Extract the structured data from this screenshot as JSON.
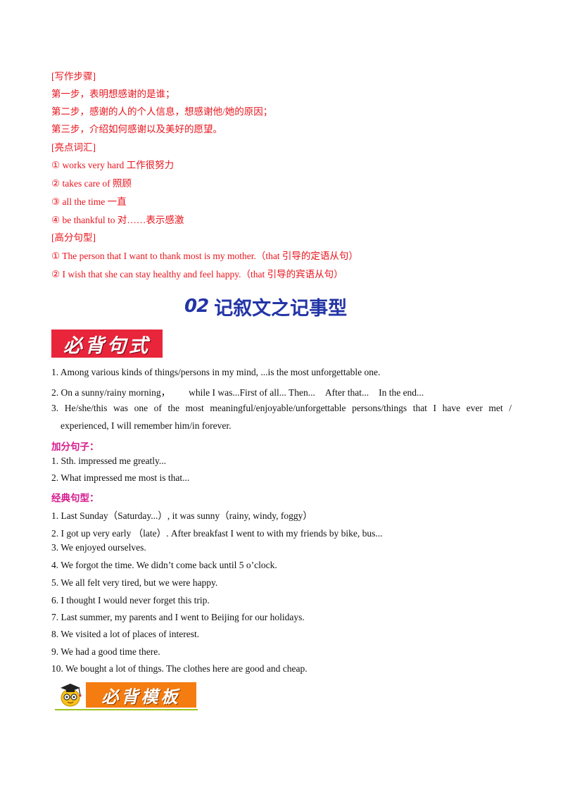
{
  "section1": {
    "steps_label": "[写作步骤]",
    "steps": [
      "第一步，表明想感谢的是谁；",
      "第二步，感谢的人的个人信息，想感谢他/她的原因；",
      "第三步，介绍如何感谢以及美好的愿望。"
    ],
    "vocab_label": "[亮点词汇]",
    "vocab": [
      "① works very hard 工作很努力",
      "② takes care of 照顾",
      "③ all the time 一直",
      "④ be thankful to 对……表示感激"
    ],
    "patterns_label": "[高分句型]",
    "patterns": [
      "① The person that I want to thank most is my mother.（that 引导的定语从句）",
      "② I wish that she can stay healthy and feel happy.（that 引导的宾语从句）"
    ]
  },
  "section2": {
    "number": "02",
    "title": "记叙文之记事型",
    "banner1": "必背句式",
    "sentences": [
      "1. Among various kinds of things/persons in my mind, ...is the most unforgettable one."
    ],
    "sentence2_a": "2. On a sunny/rainy morning，",
    "sentence2_b": "while I was...First of all... Then...",
    "sentence2_c": "After that...",
    "sentence2_d": "In the end...",
    "sentence3_line1": "3. He/she/this was one of the most meaningful/enjoyable/unforgettable persons/things that I have ever met /",
    "sentence3_line2": "experienced, I will remember him/in forever.",
    "bonus_label": "加分句子：",
    "bonus": [
      "1. Sth. impressed me greatly...",
      "2. What impressed me most is that..."
    ],
    "classic_label": "经典句型：",
    "classic": [
      "1. Last Sunday（Saturday...）, it was sunny（rainy, windy, foggy）",
      "2. I got up very early （late）. After breakfast I went to with my friends by bike, bus...",
      "3. We enjoyed ourselves.",
      "4. We forgot the time. We didn’t come back until 5 o’clock.",
      "5. We all felt very tired, but we were happy.",
      "6. I thought I would never forget this trip.",
      "7. Last summer, my parents and I went to Beijing for our holidays.",
      "8. We visited a lot of places of interest.",
      "9. We had a good time there.",
      "10. We bought a lot of things. The clothes here are good and cheap."
    ],
    "banner2": "必背模板"
  }
}
